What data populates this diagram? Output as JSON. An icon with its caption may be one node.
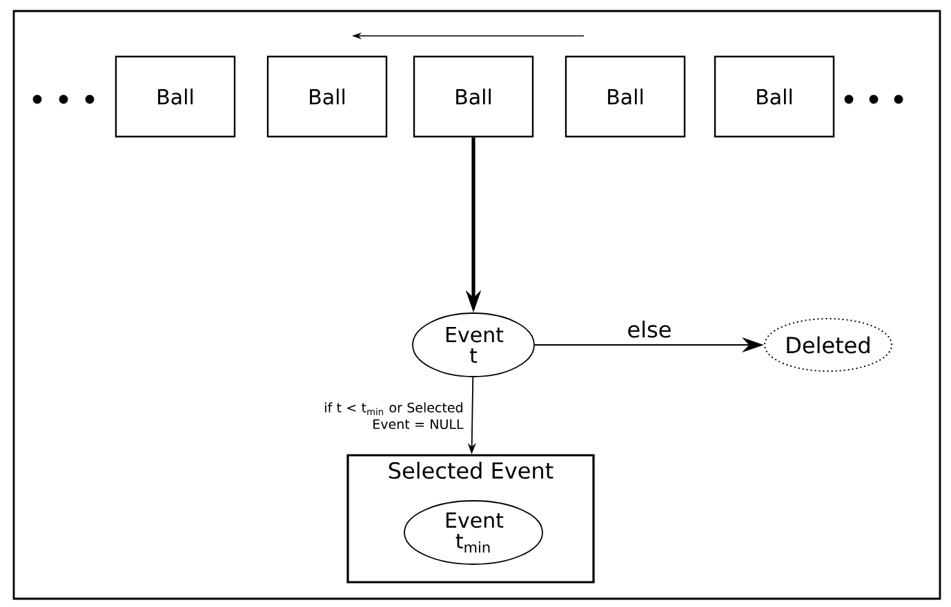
{
  "diagram": {
    "nodes": [
      {
        "text": [
          "Ball"
        ]
      },
      {
        "text": [
          "Ball"
        ]
      },
      {
        "text": [
          "Ball"
        ]
      },
      {
        "text": [
          "Ball"
        ]
      },
      {
        "text": [
          "Ball"
        ]
      },
      {
        "text": [
          "Event t"
        ]
      },
      {
        "text": [
          "Deleted"
        ]
      },
      {
        "text": [
          "Selected Event"
        ]
      },
      {
        "text": [
          "Event t$_{min}$"
        ],
        "in": 7
      }
    ],
    "edges": [
      {
        "from": 2,
        "to": 5,
        "arrow": "to",
        "style": "thick"
      },
      {
        "from": 5,
        "to": 6,
        "arrow": "to",
        "label": "else"
      },
      {
        "from": 5,
        "to": 7,
        "arrow": "to",
        "label": "if t < t$_{min}$ or Selected Event = NULL"
      }
    ]
  }
}
